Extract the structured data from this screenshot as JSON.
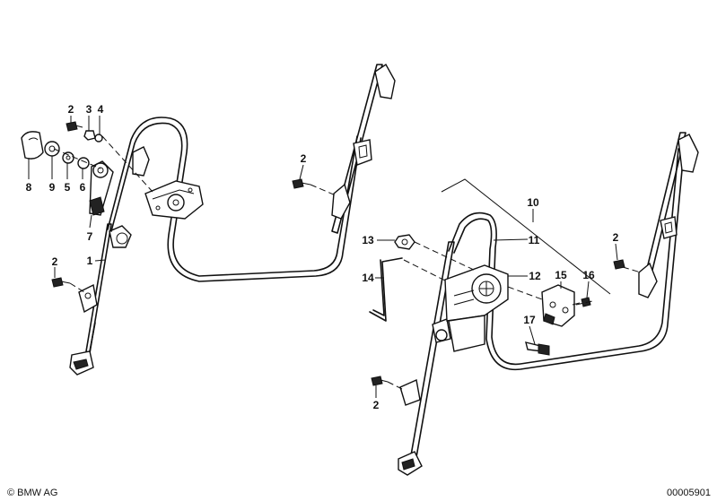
{
  "copyright": "© BMW AG",
  "diagram_number": "00005901",
  "callouts": [
    {
      "id": "c2a",
      "text": "2"
    },
    {
      "id": "c3",
      "text": "3"
    },
    {
      "id": "c4",
      "text": "4"
    },
    {
      "id": "c8",
      "text": "8"
    },
    {
      "id": "c9",
      "text": "9"
    },
    {
      "id": "c5",
      "text": "5"
    },
    {
      "id": "c6",
      "text": "6"
    },
    {
      "id": "c7",
      "text": "7"
    },
    {
      "id": "c2b",
      "text": "2"
    },
    {
      "id": "c1",
      "text": "1"
    },
    {
      "id": "c2c",
      "text": "2"
    },
    {
      "id": "c10",
      "text": "10"
    },
    {
      "id": "c13",
      "text": "13"
    },
    {
      "id": "c11",
      "text": "11"
    },
    {
      "id": "c14",
      "text": "14"
    },
    {
      "id": "c12",
      "text": "12"
    },
    {
      "id": "c15",
      "text": "15"
    },
    {
      "id": "c16",
      "text": "16"
    },
    {
      "id": "c17",
      "text": "17"
    },
    {
      "id": "c2d",
      "text": "2"
    },
    {
      "id": "c2e",
      "text": "2"
    }
  ]
}
